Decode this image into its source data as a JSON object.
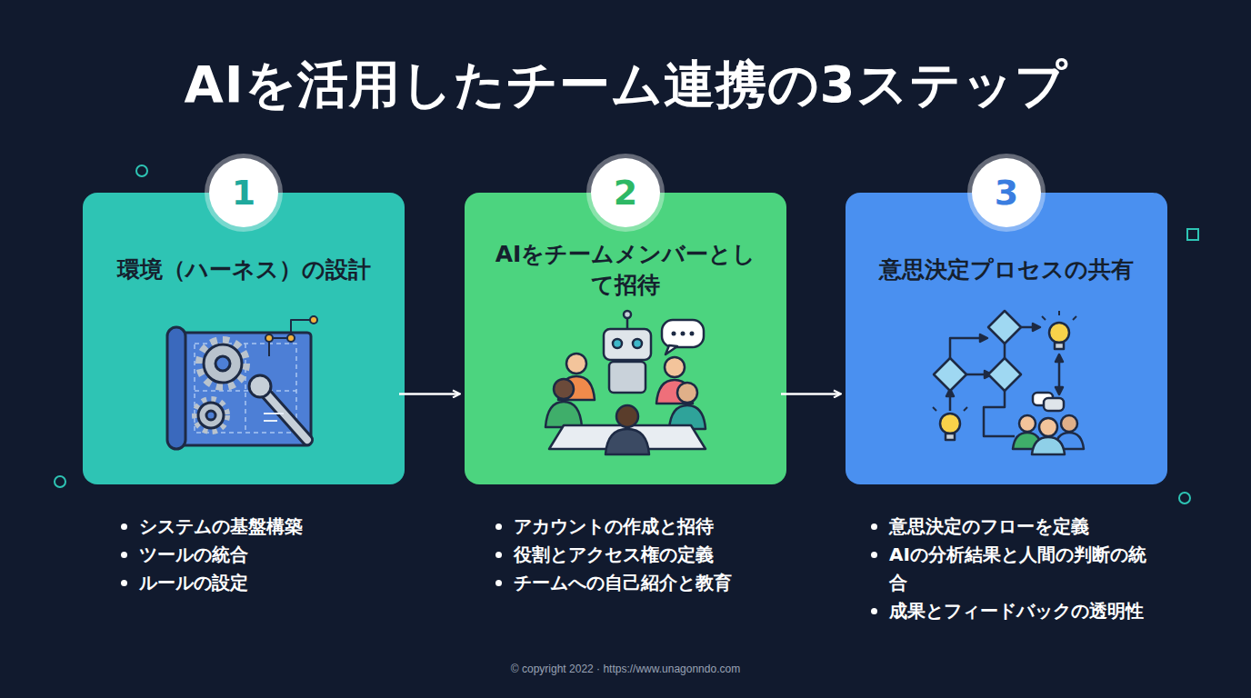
{
  "diagram": {
    "title": "AIを活用したチーム連携の3ステップ",
    "caption": "© copyright 2022 · https://www.unagonndo.com",
    "nodes": [
      {
        "text": [
          "環境（ハーネス）の設計",
          "システムの基盤構築",
          "ツールの統合",
          "ルールの設定"
        ]
      },
      {
        "text": [
          "1"
        ],
        "in": 0
      },
      {
        "text": [
          "AIをチームメンバーとして招待",
          "アカウントの作成と招待",
          "役割とアクセス権の定義",
          "チームへの自己紹介と教育"
        ]
      },
      {
        "text": [
          "2"
        ],
        "in": 2
      },
      {
        "text": [
          "意思決定プロセスの共有",
          "意思決定のフローを定義",
          "AIの分析結果と人間の判断の統合",
          "成果とフィードバックの透明性"
        ]
      },
      {
        "text": [
          "3"
        ],
        "in": 4
      }
    ],
    "edges": [
      {
        "from": 0,
        "to": 2,
        "arrow": "to"
      },
      {
        "from": 2,
        "to": 4,
        "arrow": "to"
      }
    ]
  }
}
